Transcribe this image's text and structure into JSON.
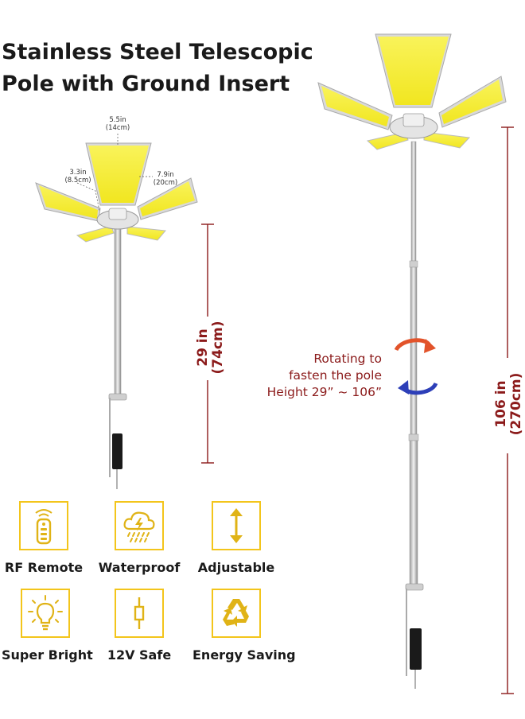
{
  "title": {
    "line1": "Stainless Steel Telescopic",
    "line2": "Pole with Ground Insert"
  },
  "small_lamp_dims": {
    "top_in": "5.5in",
    "top_cm": "(14cm)",
    "left_in": "3.3in",
    "left_cm": "(8.5cm)",
    "right_in": "7.9in",
    "right_cm": "(20cm)"
  },
  "short_height": {
    "in": "29 in",
    "cm": "(74cm)"
  },
  "tall_height": {
    "in": "106 in",
    "cm": "(270cm)"
  },
  "rotation_note": {
    "line1": "Rotating to",
    "line2": "fasten the pole",
    "line3": "Height 29” ~ 106”"
  },
  "features": [
    {
      "label": "RF Remote",
      "icon": "remote-icon"
    },
    {
      "label": "Waterproof",
      "icon": "cloud-rain-icon"
    },
    {
      "label": "Adjustable",
      "icon": "vertical-arrows-icon"
    },
    {
      "label": "Super Bright",
      "icon": "lightbulb-icon"
    },
    {
      "label": "12V Safe",
      "icon": "fuse-icon"
    },
    {
      "label": "Energy Saving",
      "icon": "recycle-icon"
    }
  ],
  "colors": {
    "panel_yellow": "#f7ee36",
    "accent_gold": "#f3c51b",
    "dimension_red": "#8b1a1a",
    "arrow_orange": "#e2532a",
    "arrow_blue": "#2d3fb8"
  }
}
